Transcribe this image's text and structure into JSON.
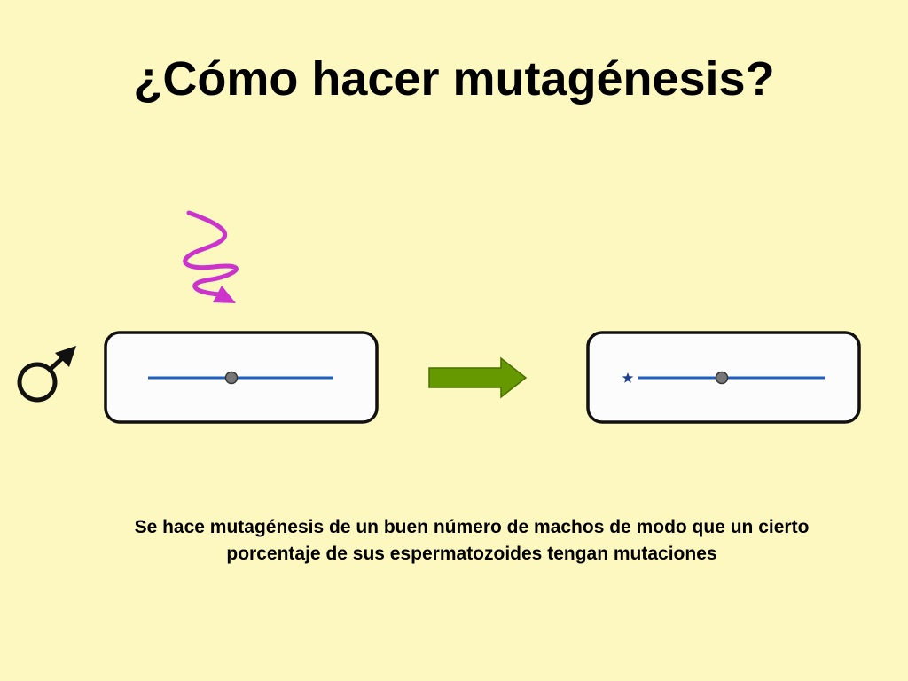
{
  "slide": {
    "title": "¿Cómo hacer mutagénesis?",
    "caption_line1": "Se hace mutagénesis de un buen número de machos de modo que un cierto",
    "caption_line2": "porcentaje de sus espermatozoides tengan mutaciones"
  },
  "colors": {
    "background": "#fdf8c0",
    "radiation_wave": "#cc33cc",
    "chromosome_line": "#1f5fbf",
    "centromere": "#777777",
    "arrow_fill": "#669900",
    "mutation_star": "#1f3f8f",
    "cell_fill": "#fcfcfc",
    "cell_border": "#111111"
  },
  "icons": {
    "male": "male-symbol-icon",
    "radiation": "radiation-wave-icon",
    "mutation": "star-icon",
    "process": "right-arrow-icon"
  }
}
